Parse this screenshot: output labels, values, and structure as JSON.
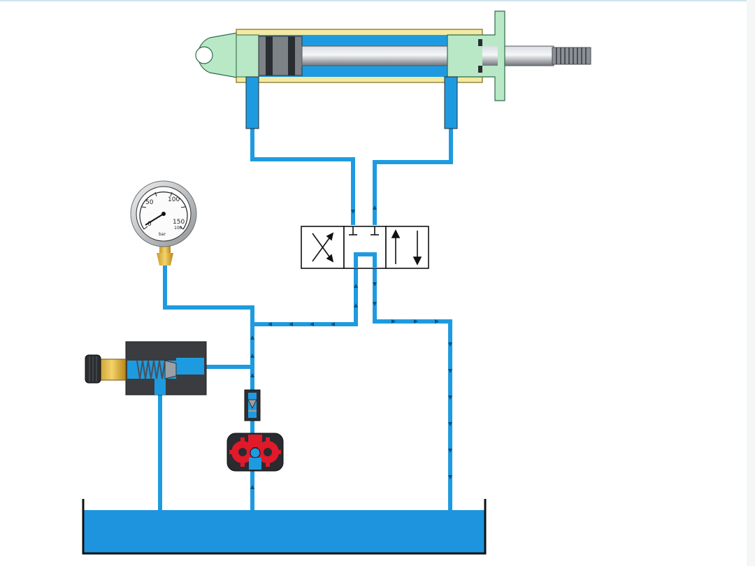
{
  "diagram": {
    "gauge": {
      "scale_labels": [
        "0",
        "50",
        "100",
        "150"
      ],
      "unit": "bar",
      "sub_label": "100"
    },
    "colors": {
      "fluid": "#1e9be0",
      "fluid_dark": "#0a5f9a",
      "tank_fill": "#1e94df",
      "cylinder_body": "#f3e9a2",
      "cylinder_end": "#b9e8c7",
      "rod": "#9aa0a6",
      "pump_red": "#e0192b",
      "valve_stroke": "#111111"
    },
    "icons": [
      "pressure-gauge-icon",
      "relief-valve-icon",
      "check-valve-icon",
      "gear-pump-icon",
      "directional-valve-icon",
      "hydraulic-cylinder-icon",
      "tank-icon"
    ]
  }
}
